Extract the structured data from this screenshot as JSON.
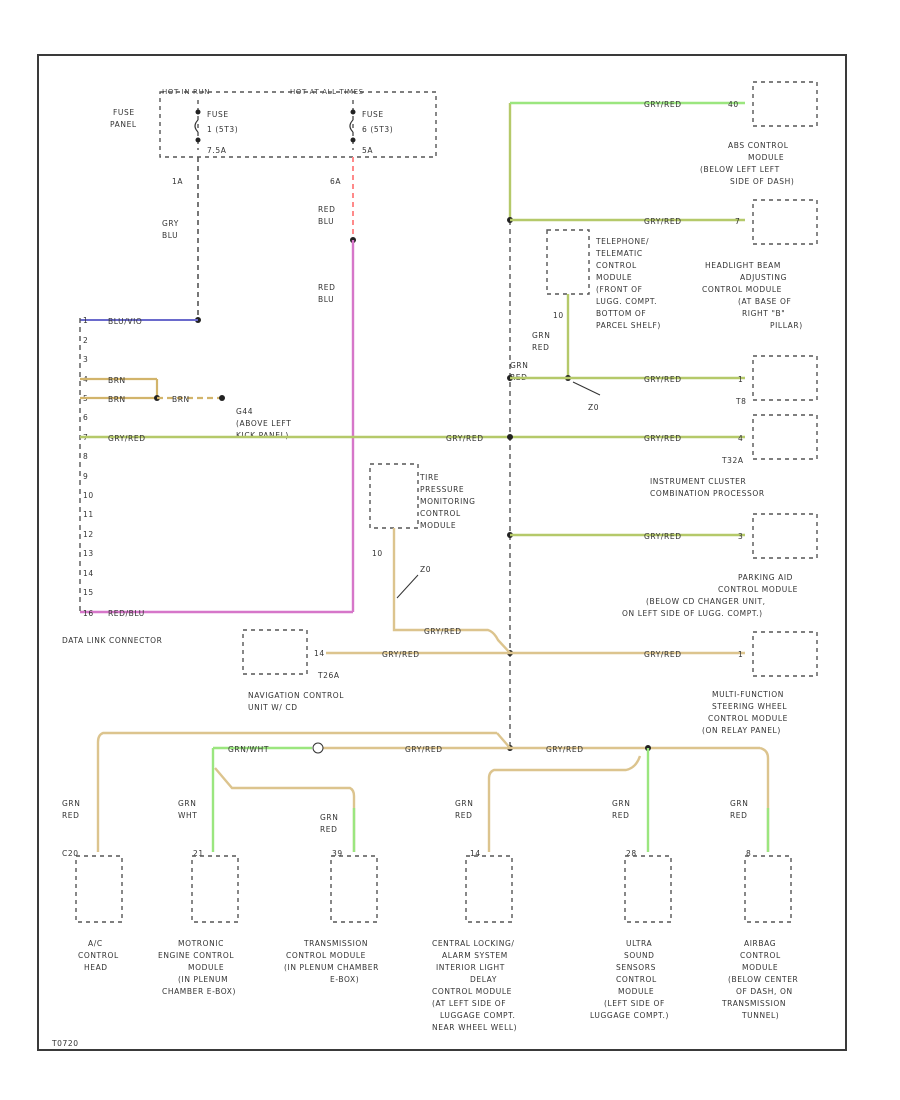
{
  "colors": {
    "frame": "#3a3a3a",
    "splice_dash": "#555555",
    "wire_gry_red": "#b5c96a",
    "wire_grn": "#9be67f",
    "wire_brn": "#d2b46b",
    "wire_red_blu": "#d676c9",
    "wire_red_blu_upper": "#ff8a8a",
    "wire_blu_vio": "#6a6acc",
    "wire_tan": "#dcc48e",
    "node": "#222222"
  },
  "fuse_panel": {
    "hot_run": "HOT IN RUN",
    "hot_all": "HOT AT ALL TIMES",
    "panel_label": [
      "FUSE",
      "PANEL"
    ],
    "fuse1": [
      "FUSE",
      "1 (5T3)",
      "7.5A"
    ],
    "fuse2": [
      "FUSE",
      "6 (5T3)",
      "5A"
    ]
  },
  "wires": {
    "gry_blu": [
      "GRY",
      "BLU"
    ],
    "red_blu_a": [
      "RED",
      "BLU"
    ],
    "red_blu_b": [
      "RED",
      "BLU"
    ],
    "pin_1a": "1A",
    "pin_6a": "6A",
    "blu_vio": "BLU/VIO",
    "brn_a": "BRN",
    "brn_b": "BRN",
    "brn_c": "BRN",
    "gry_red_dlc": "GRY/RED",
    "gry_red_mid": "GRY/RED",
    "red_blu_bottom": "RED/BLU",
    "ground_label": [
      "G44",
      "(ABOVE LEFT",
      "KICK PANEL)"
    ],
    "gry_red_abs": "GRY/RED",
    "gry_red_headlight": "GRY/RED",
    "gry_red_t8": "GRY/RED",
    "gry_red_ic": "GRY/RED",
    "gry_red_park": "GRY/RED",
    "gry_red_mfsw": "GRY/RED",
    "gry_red_tpms": "GRY/RED",
    "gry_red_nav": "GRY/RED",
    "gry_red_bus_left": "GRY/RED",
    "gry_red_bus_right": "GRY/RED",
    "grn_wht": "GRN/WHT",
    "tel_pin": "10",
    "grn_red_tel": [
      "GRN",
      "RED"
    ],
    "grn_red_tel2": [
      "GRN",
      "RED"
    ],
    "splice_tel": "Z0",
    "splice_tpms": "Z0",
    "tpms_pin": "10"
  },
  "dlc": {
    "label": "DATA LINK CONNECTOR",
    "pins": [
      "1",
      "2",
      "3",
      "4",
      "5",
      "6",
      "7",
      "8",
      "9",
      "10",
      "11",
      "12",
      "13",
      "14",
      "15",
      "16"
    ]
  },
  "modules": {
    "abs": [
      "ABS CONTROL",
      "MODULE",
      "(BELOW LEFT LEFT",
      "SIDE OF DASH)"
    ],
    "abs_pin": "40",
    "headlight": [
      "HEADLIGHT BEAM",
      "ADJUSTING",
      "CONTROL MODULE",
      "(AT BASE OF",
      "RIGHT \"B\"",
      "PILLAR)"
    ],
    "headlight_pin": "7",
    "telephone": [
      "TELEPHONE/",
      "TELEMATIC",
      "CONTROL",
      "MODULE",
      "(FRONT OF",
      "LUGG. COMPT.",
      "BOTTOM OF",
      "PARCEL SHELF)"
    ],
    "t8_pin": "1",
    "t8_connector": "T8",
    "ic_pin": "4",
    "ic_connector": "T32A",
    "instrument_cluster": [
      "INSTRUMENT CLUSTER",
      "COMBINATION PROCESSOR"
    ],
    "parking_pin": "3",
    "parking_aid": [
      "PARKING AID",
      "CONTROL MODULE",
      "(BELOW CD CHANGER UNIT,",
      "ON LEFT SIDE OF LUGG. COMPT.)"
    ],
    "mfsw_pin": "1",
    "mfsw": [
      "MULTI-FUNCTION",
      "STEERING WHEEL",
      "CONTROL MODULE",
      "(ON RELAY PANEL)"
    ],
    "tpms": [
      "TIRE",
      "PRESSURE",
      "MONITORING",
      "CONTROL",
      "MODULE"
    ],
    "nav_pin": "14",
    "nav_connector": "T26A",
    "nav": [
      "NAVIGATION CONTROL",
      "UNIT W/ CD"
    ],
    "bottom": [
      {
        "wire": [
          "GRN",
          "RED"
        ],
        "pin": "C20",
        "label": [
          "A/C",
          "CONTROL",
          "HEAD"
        ]
      },
      {
        "wire": [
          "GRN",
          "WHT"
        ],
        "pin": "21",
        "label": [
          "MOTRONIC",
          "ENGINE CONTROL",
          "MODULE",
          "(IN PLENUM",
          "CHAMBER E-BOX)"
        ]
      },
      {
        "wire": [
          "GRN",
          "RED"
        ],
        "pin": "39",
        "label": [
          "TRANSMISSION",
          "CONTROL MODULE",
          "(IN PLENUM CHAMBER",
          "E-BOX)"
        ]
      },
      {
        "wire": [
          "GRN",
          "RED"
        ],
        "pin": "14",
        "label": [
          "CENTRAL LOCKING/",
          "ALARM SYSTEM",
          "INTERIOR LIGHT",
          "DELAY",
          "CONTROL MODULE",
          "(AT LEFT SIDE OF",
          "LUGGAGE COMPT.",
          "NEAR WHEEL WELL)"
        ]
      },
      {
        "wire": [
          "GRN",
          "RED"
        ],
        "pin": "28",
        "label": [
          "ULTRA",
          "SOUND",
          "SENSORS",
          "CONTROL",
          "MODULE",
          "(LEFT SIDE OF",
          "LUGGAGE COMPT.)"
        ]
      },
      {
        "wire": [
          "GRN",
          "RED"
        ],
        "pin": "8",
        "label": [
          "AIRBAG",
          "CONTROL",
          "MODULE",
          "(BELOW CENTER",
          "OF DASH, ON",
          "TRANSMISSION",
          "TUNNEL)"
        ]
      }
    ]
  },
  "footer_code": "T0720"
}
